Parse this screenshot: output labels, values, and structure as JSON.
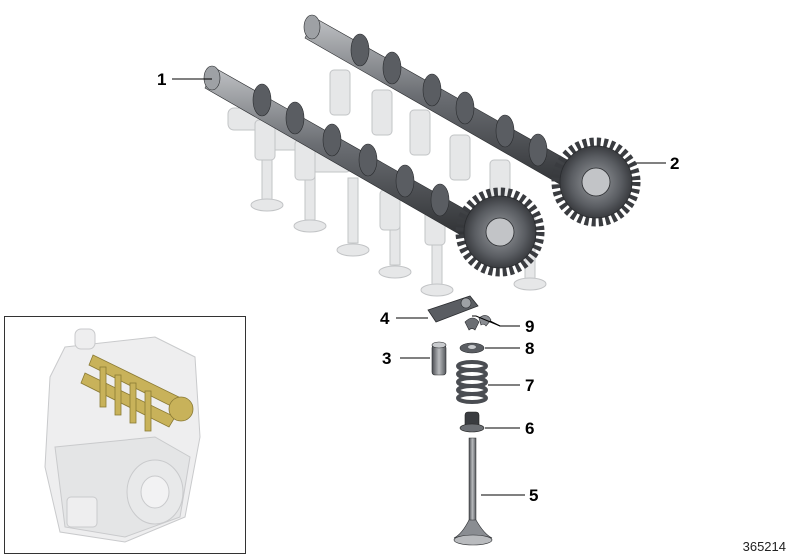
{
  "diagram": {
    "callouts": [
      {
        "id": "1",
        "label": "1"
      },
      {
        "id": "2",
        "label": "2"
      },
      {
        "id": "3",
        "label": "3"
      },
      {
        "id": "4",
        "label": "4"
      },
      {
        "id": "5",
        "label": "5"
      },
      {
        "id": "6",
        "label": "6"
      },
      {
        "id": "7",
        "label": "7"
      },
      {
        "id": "8",
        "label": "8"
      },
      {
        "id": "9",
        "label": "9"
      }
    ],
    "document_number": "365214"
  },
  "colors": {
    "cam_dark": "#4a4d52",
    "cam_mid": "#8a8d92",
    "cam_light": "#c9cbce",
    "ghost": "#e6e7e8",
    "ghost_stroke": "#c2c4c6",
    "highlight": "#c8b25a"
  }
}
